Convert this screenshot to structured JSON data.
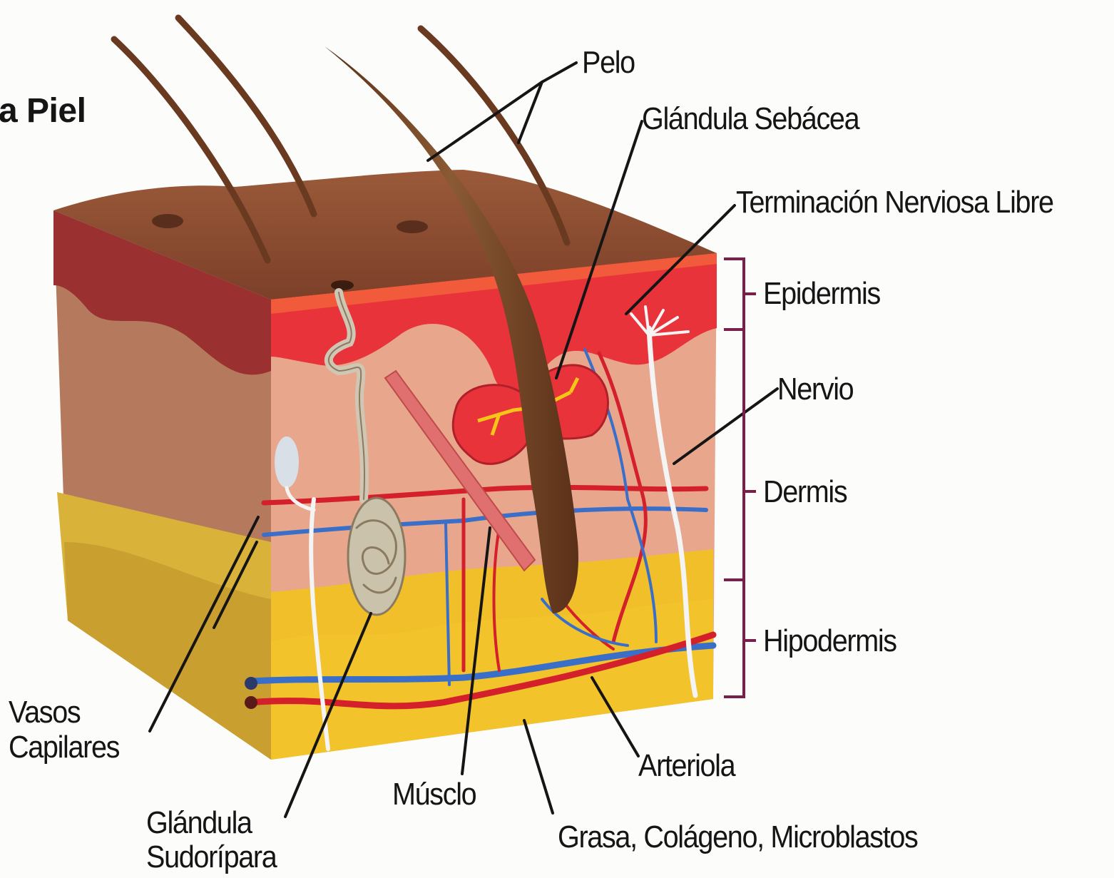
{
  "title": "a Piel",
  "labels": {
    "pelo": "Pelo",
    "glandula_sebacea": "Glándula Sebácea",
    "terminacion_nerviosa": "Terminación Nerviosa Libre",
    "epidermis": "Epidermis",
    "nervio": "Nervio",
    "dermis": "Dermis",
    "hipodermis": "Hipodermis",
    "vasos_line1": "Vasos",
    "vasos_line2": "Capilares",
    "glandula_sud_line1": "Glándula",
    "glandula_sud_line2": "Sudorípara",
    "musculo": "Músclo",
    "arteriola": "Arteriola",
    "grasa": "Grasa, Colágeno, Microblastos"
  },
  "colors": {
    "epidermis": "#e8333a",
    "dermis": "#e8a78c",
    "hipodermis": "#f0bf2a",
    "hair": "#7a4a2a",
    "artery": "#d4202a",
    "vein": "#3a6fc9",
    "leader_line": "#151515",
    "bracket": "#7a1f4a"
  }
}
